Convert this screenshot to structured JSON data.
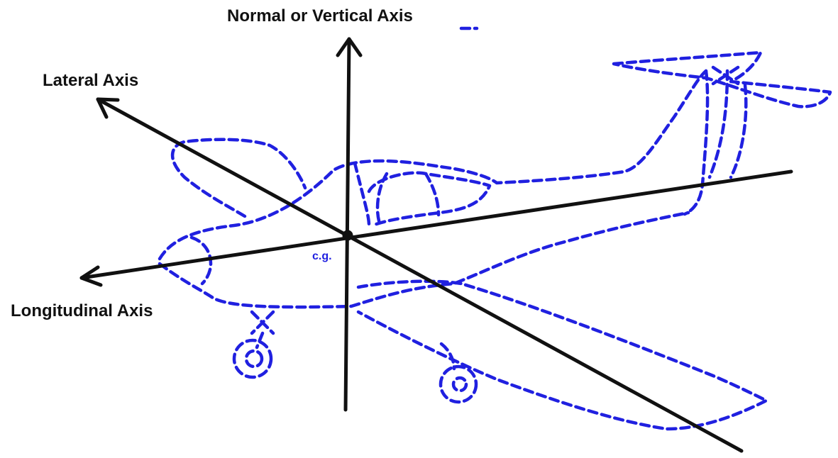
{
  "labels": {
    "vertical_axis": "Normal or Vertical Axis",
    "lateral_axis": "Lateral Axis",
    "longitudinal_axis": "Longitudinal Axis",
    "cg": "c.g."
  },
  "colors": {
    "axis": "#111111",
    "airplane": "#2020e0",
    "background": "#ffffff"
  }
}
